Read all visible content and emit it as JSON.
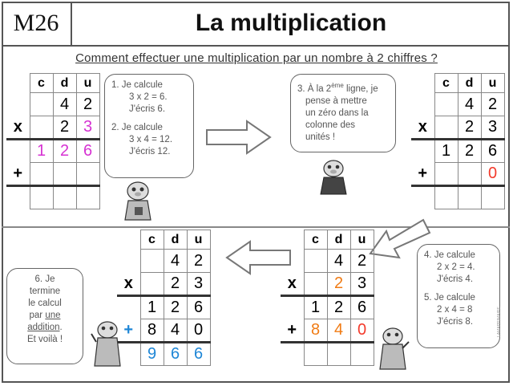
{
  "header": {
    "code": "M26",
    "title": "La multiplication"
  },
  "subtitle": "Comment effectuer une multiplication par un nombre à 2 chiffres ?",
  "columns": [
    "c",
    "d",
    "u"
  ],
  "signs": {
    "times": "x",
    "plus": "+"
  },
  "colors": {
    "pink": "#d632d2",
    "orange": "#f07b14",
    "red": "#f33b2c",
    "blue": "#1e86d6",
    "text": "#222"
  },
  "steps": [
    {
      "id": "step1",
      "rows": [
        [
          "",
          "4",
          "2"
        ],
        [
          "",
          "2",
          "3"
        ],
        [
          "1",
          "2",
          "6"
        ],
        [
          "",
          "",
          ""
        ],
        [
          "",
          "",
          ""
        ]
      ],
      "bubble": [
        "1. Je calcule",
        "3 x 2 = 6.",
        "J'écris 6.",
        "",
        "2. Je calcule",
        "3 x 4 = 12.",
        "J'écris 12."
      ]
    },
    {
      "id": "step3",
      "rows": [
        [
          "",
          "4",
          "2"
        ],
        [
          "",
          "2",
          "3"
        ],
        [
          "1",
          "2",
          "6"
        ],
        [
          "",
          "",
          "0"
        ],
        [
          "",
          "",
          ""
        ]
      ],
      "bubble_parts": {
        "line1_prefix": "3. À la 2",
        "sup": "ème",
        "line1_suffix": " ligne, je",
        "rest": [
          "pense à mettre",
          "un zéro dans la",
          "colonne des",
          "unités !"
        ]
      }
    },
    {
      "id": "step4",
      "rows": [
        [
          "",
          "4",
          "2"
        ],
        [
          "",
          "2",
          "3"
        ],
        [
          "1",
          "2",
          "6"
        ],
        [
          "8",
          "4",
          "0"
        ],
        [
          "",
          "",
          ""
        ]
      ],
      "bubble": [
        "4. Je calcule",
        "2 x 2 = 4.",
        "J'écris 4.",
        "",
        "5. Je calcule",
        "2 x 4 = 8",
        "J'écris 8."
      ]
    },
    {
      "id": "step6",
      "rows": [
        [
          "",
          "4",
          "2"
        ],
        [
          "",
          "2",
          "3"
        ],
        [
          "1",
          "2",
          "6"
        ],
        [
          "8",
          "4",
          "0"
        ],
        [
          "9",
          "6",
          "6"
        ]
      ],
      "bubble_parts": {
        "lines": [
          "6. Je",
          "termine",
          "le calcul"
        ],
        "par": "par ",
        "une": "une",
        "addition": "addition",
        "end": ".",
        "last": "Et voilà !"
      }
    }
  ],
  "credit": "LAMAPRIMAIRE"
}
